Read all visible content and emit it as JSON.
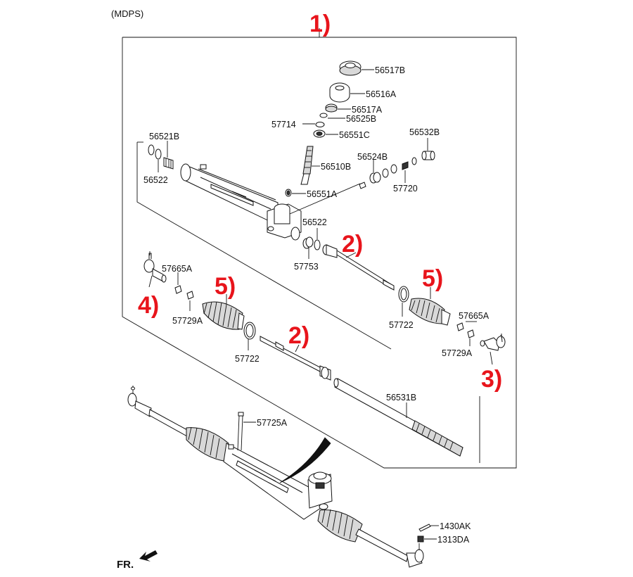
{
  "header": {
    "system": "(MDPS)"
  },
  "callouts": [
    "1)",
    "2)",
    "3)",
    "4)",
    "5)"
  ],
  "parts": {
    "p56517B": "56517B",
    "p56516A": "56516A",
    "p56517A": "56517A",
    "p56525B": "56525B",
    "p57714": "57714",
    "p56551C": "56551C",
    "p56532B": "56532B",
    "p56521B": "56521B",
    "p56524B": "56524B",
    "p56510B": "56510B",
    "p56522a": "56522",
    "p57720": "57720",
    "p56551A": "56551A",
    "p56522b": "56522",
    "p57753": "57753",
    "p57665A_l": "57665A",
    "p57729A_l": "57729A",
    "p57722_r": "57722",
    "p57665A_r": "57665A",
    "p57729A_r": "57729A",
    "p57722_l": "57722",
    "p56531B": "56531B",
    "p57725A": "57725A",
    "p1430AK": "1430AK",
    "p1313DA": "1313DA"
  },
  "direction": {
    "label": "FR."
  },
  "colors": {
    "callout": "#e8141b",
    "line": "#111111"
  }
}
